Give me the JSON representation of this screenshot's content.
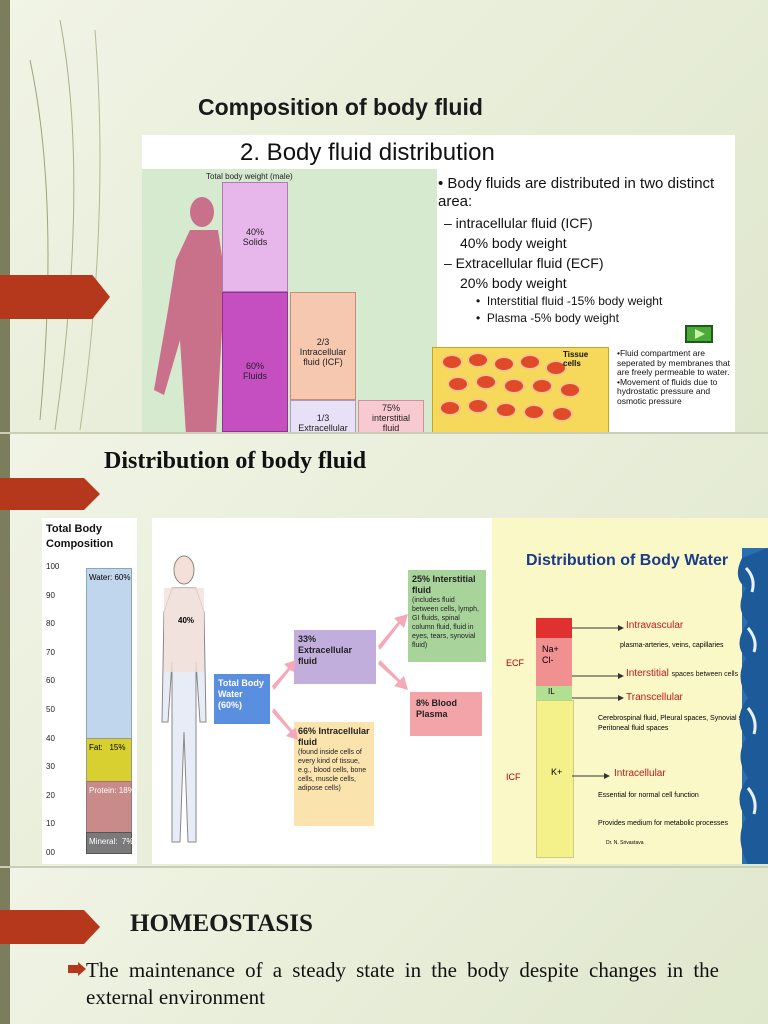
{
  "slide1": {
    "title": "Composition of body fluid",
    "image": {
      "heading": "2. Body fluid distribution",
      "total_label": "Total body weight (male)",
      "solids": "40%\nSolids",
      "fluids": "60%\nFluids",
      "icf": "2/3\nIntracellular\nfluid (ICF)",
      "ecf": "1/3\nExtracellular",
      "interstitial": "75%\ninterstitial\nfluid",
      "bullet_main": "Body fluids are distributed in two distinct area:",
      "icf_line": "– intracellular fluid (ICF)",
      "icf_pct": "40% body weight",
      "ecf_line": "– Extracellular fluid (ECF)",
      "ecf_pct": "20% body weight",
      "sub1": "Interstitial fluid -15% body weight",
      "sub2": "Plasma -5% body weight",
      "tissue_label": "Tissue\ncells",
      "note": "•Fluid compartment are seperated by membranes that are freely permeable to water.\n•Movement of fluids due to hydrostatic pressure and osmotic pressure"
    }
  },
  "slide2": {
    "title": "Distribution  of body fluid",
    "composition": {
      "title": "Total Body\nComposition",
      "ticks": [
        "100",
        "90",
        "80",
        "70",
        "60",
        "50",
        "40",
        "30",
        "20",
        "10",
        "00"
      ],
      "water": "Water: 60%",
      "fat": "Fat:   15%",
      "protein": "Protein: 18%",
      "mineral": "Mineral:  7%",
      "water_pct": 60,
      "fat_pct": 15,
      "protein_pct": 18,
      "mineral_pct": 7
    },
    "flow": {
      "body_pct": "40%",
      "total": "Total Body\nWater\n(60%)",
      "ecf": "33%\nExtracellular\nfluid",
      "icf_head": "66% Intracellular\nfluid",
      "icf_body": "(found inside cells of every kind of tissue, e.g., blood cells, bone cells, muscle cells, adipose cells)",
      "inter_head": "25% Interstitial\nfluid",
      "inter_body": "(includes fluid between cells, lymph, GI fluids, spinal column fluid, fluid in eyes, tears, synovial fluid)",
      "plasma": "8% Blood\nPlasma"
    },
    "water": {
      "title": "Distribution of Body Water",
      "ecf": "ECF",
      "icf": "ICF",
      "na_cl": "Na+\nCl-",
      "il": "IL",
      "k": "K+",
      "intravascular": "Intravascular",
      "intravascular_note": "plasma-arteries, veins, capillaries",
      "interstitial": "Interstitial",
      "interstitial_note": "spaces between cells",
      "transcellular": "Transcellular",
      "transcellular_note": "Cerebrospinal fluid, Pleural spaces, Synovial spaces\nPeritoneal fluid spaces",
      "intracellular": "Intracellular",
      "intracellular_note1": "Essential for normal cell function",
      "intracellular_note2": "Provides medium for metabolic processes",
      "credit": "Dr. N. Srivastava"
    }
  },
  "slide3": {
    "title": "HOMEOSTASIS",
    "bullet": "The maintenance of a steady state in the body despite changes in the external environment"
  },
  "colors": {
    "accent_arrow": "#b5371c",
    "ecf_red": "#e03030",
    "icf_yellow": "#f4f08a"
  }
}
